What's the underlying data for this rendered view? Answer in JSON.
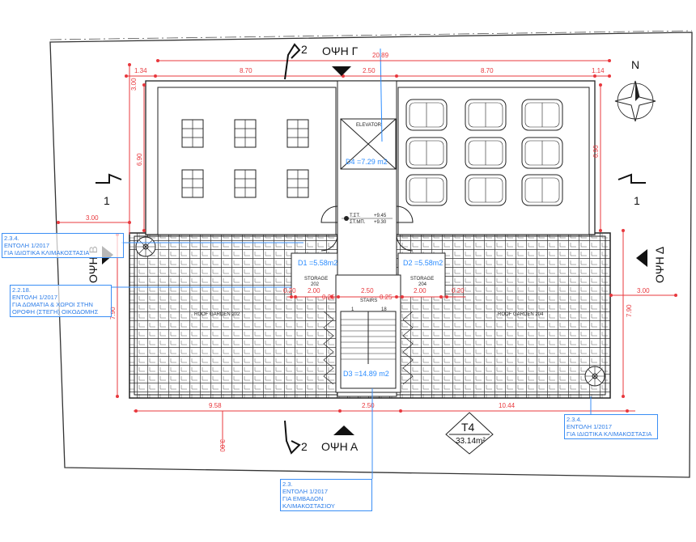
{
  "elevations": {
    "top": "ΟΨΗ Γ",
    "bottom": "ΟΨΗ Α",
    "left": "ΟΨΗ Β",
    "right": "ΟΨΗ Δ",
    "section_2": "2",
    "section_1": "1"
  },
  "north": "N",
  "dimensions": {
    "top_total": "20.89",
    "top_left_offset": "1.34",
    "top_left_wing": "8.70",
    "top_core": "2.50",
    "top_right_wing": "8.70",
    "top_right_offset": "1.14",
    "bottom_left": "9.58",
    "bottom_core": "2.50",
    "bottom_right": "10.44",
    "left_height": "7.90",
    "wing_height_left": "6.90",
    "wing_height_right": "6.90",
    "right_height": "7.90",
    "setback_top": "3.00",
    "setback_left": "3.00",
    "setback_right": "3.00",
    "setback_bottom": "3.00",
    "storage_left_offset": "0.20",
    "storage_left_width": "2.00",
    "storage_left_wall": "0.25",
    "stairs_width": "2.50",
    "storage_right_wall": "0.25",
    "storage_right_width": "2.00",
    "storage_right_offset": "0.20"
  },
  "levels": {
    "top": "Τ.ΣΤ.",
    "top_value": "+9.45",
    "floor": "ΣΤ.ΜΠ.",
    "floor_value": "+9.30"
  },
  "rooms": {
    "elevator": "ELEVATOR",
    "elevator_area": "D4 =7.29 m2",
    "storage_left": "STORAGE",
    "storage_left_no": "202",
    "storage_left_area": "D1 =5.58m2",
    "storage_right": "STORAGE",
    "storage_right_no": "204",
    "storage_right_area": "D2 =5.58m2",
    "stairs": "STAIRS",
    "stairs_area": "D3 =14.89 m2",
    "stair_first": "1",
    "stair_last": "18",
    "roof_garden_left": "ROOF GARDEN 202",
    "roof_garden_right": "ROOF GARDEN 204"
  },
  "tag": {
    "name": "T4",
    "area": "33.14m²"
  },
  "annotations": [
    {
      "ref": "2.3.4.",
      "lines": [
        "ΕΝΤΟΛΗ 1/2017",
        "ΓΙΑ ΙΔΙΩΤΙΚΑ ΚΛΙΜΑΚΟΣΤΑΣΙΑ"
      ]
    },
    {
      "ref": "2.2.18.",
      "lines": [
        "ΕΝΤΟΛΗ 1/2017",
        "ΓΙΑ ΔΩΜΑΤΙΑ & ΧΩΡΟΙ ΣΤΗΝ",
        "ΟΡΟΦΗ (ΣΤΕΓΗ) ΟΙΚΟΔΟΜΗΣ"
      ]
    },
    {
      "ref": "2.3.4.",
      "lines": [
        "ΕΝΤΟΛΗ 1/2017",
        "ΓΙΑ ΙΔΙΩΤΙΚΑ ΚΛΙΜΑΚΟΣΤΑΣΙΑ"
      ]
    },
    {
      "ref": "2.3.",
      "lines": [
        "ΕΝΤΟΛΗ 1/2017",
        "ΓΙΑ ΕΜΒΑΔΟΝ",
        "ΚΛΙΜΑΚΟΣΤΑΣΙΟΥ"
      ]
    }
  ],
  "colors": {
    "dimension": "#e8383d",
    "annotation": "#2b7ce8",
    "line": "#222222"
  }
}
